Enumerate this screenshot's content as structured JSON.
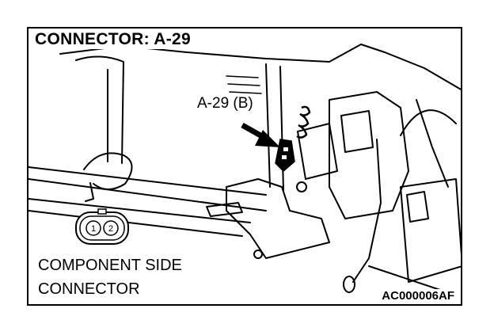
{
  "diagram": {
    "title": "CONNECTOR: A-29",
    "callout_label": "A-29 (B)",
    "component_label_line1": "COMPONENT SIDE",
    "component_label_line2": "CONNECTOR",
    "figure_code": "AC000006AF",
    "connector_pins": [
      "1",
      "2"
    ]
  }
}
